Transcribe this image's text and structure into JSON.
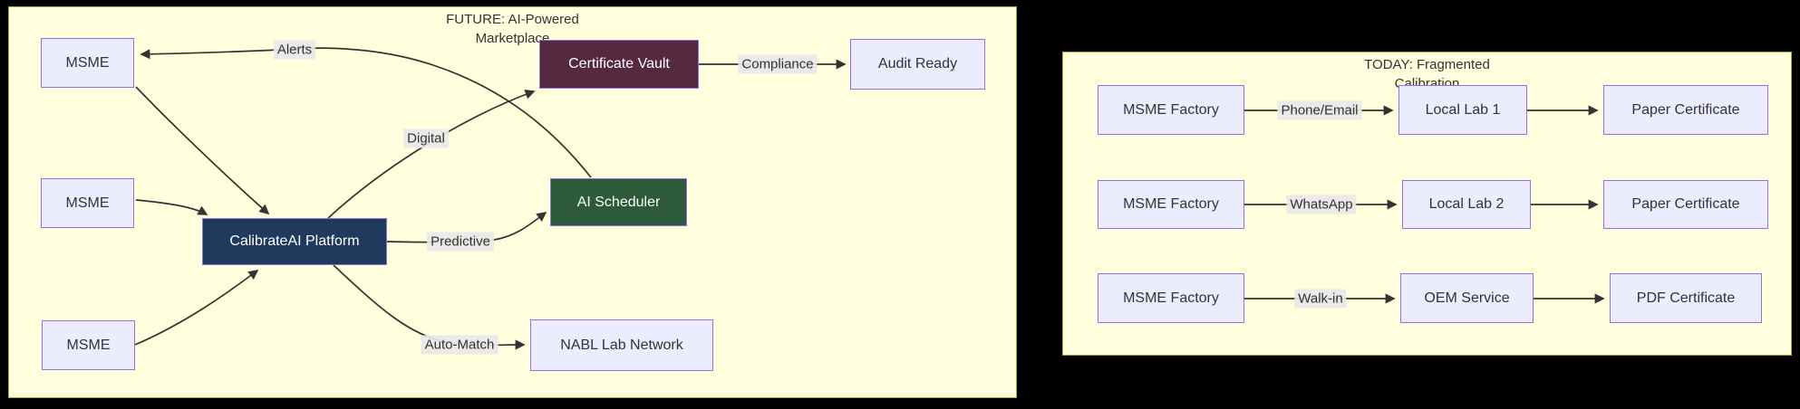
{
  "future_panel": {
    "title_line1": "FUTURE: AI-Powered",
    "title_line2": "Marketplace",
    "nodes": {
      "msme_top": "MSME",
      "msme_mid": "MSME",
      "msme_bottom": "MSME",
      "platform": "CalibrateAI Platform",
      "certificate_vault": "Certificate Vault",
      "ai_scheduler": "AI Scheduler",
      "nabl_lab_network": "NABL Lab Network",
      "audit_ready": "Audit Ready"
    },
    "edge_labels": {
      "alerts": "Alerts",
      "digital": "Digital",
      "predictive": "Predictive",
      "auto_match": "Auto-Match",
      "compliance": "Compliance"
    },
    "edges": [
      {
        "from": "msme_top",
        "to": "platform",
        "label": ""
      },
      {
        "from": "msme_mid",
        "to": "platform",
        "label": ""
      },
      {
        "from": "msme_bottom",
        "to": "platform",
        "label": ""
      },
      {
        "from": "platform",
        "to": "certificate_vault",
        "label": "Digital"
      },
      {
        "from": "platform",
        "to": "ai_scheduler",
        "label": "Predictive"
      },
      {
        "from": "platform",
        "to": "nabl_lab_network",
        "label": "Auto-Match"
      },
      {
        "from": "certificate_vault",
        "to": "audit_ready",
        "label": "Compliance"
      },
      {
        "from": "ai_scheduler",
        "to": "msme_top",
        "label": "Alerts"
      }
    ]
  },
  "today_panel": {
    "title_line1": "TODAY: Fragmented",
    "title_line2": "Calibration",
    "rows": [
      {
        "source": "MSME Factory",
        "channel": "Phone/Email",
        "lab": "Local Lab 1",
        "output": "Paper Certificate"
      },
      {
        "source": "MSME Factory",
        "channel": "WhatsApp",
        "lab": "Local Lab 2",
        "output": "Paper Certificate"
      },
      {
        "source": "MSME Factory",
        "channel": "Walk-in",
        "lab": "OEM Service",
        "output": "PDF Certificate"
      }
    ]
  },
  "colors": {
    "canvas_background": "#000000",
    "panel_fill": "#FFFFDE",
    "panel_border": "#AAAA33",
    "node_fill": "#ECECFF",
    "node_border": "#9370DB",
    "platform_fill": "#1F3A5C",
    "vault_fill": "#552A3E",
    "scheduler_fill": "#2E5A3C",
    "edge_stroke": "#333333",
    "edge_label_bg": "#E8E8E8",
    "text_dark": "#333333",
    "text_light": "#FFFFFF"
  }
}
